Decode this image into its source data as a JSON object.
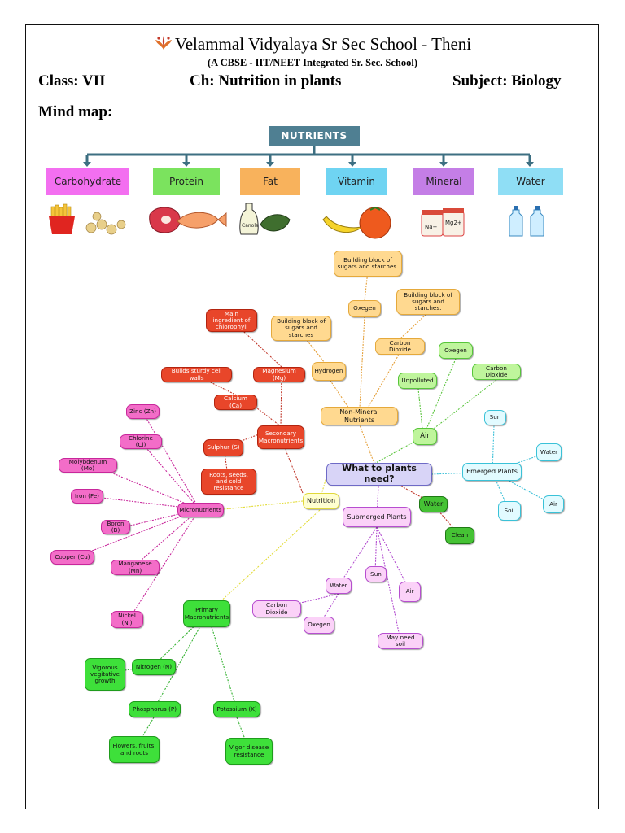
{
  "header": {
    "school": "Velammal Vidyalaya Sr Sec School - Theni",
    "subtitle": "(A CBSE - IIT/NEET Integrated Sr. Sec. School)",
    "class_label": "Class: VII",
    "chapter": "Ch: Nutrition in plants",
    "subject": "Subject: Biology",
    "section": "Mind map:"
  },
  "nutrients": {
    "title": "NUTRIENTS",
    "categories": [
      {
        "label": "Carbohydrate",
        "color": "#f36ff0"
      },
      {
        "label": "Protein",
        "color": "#7be35e"
      },
      {
        "label": "Fat",
        "color": "#f8b25c"
      },
      {
        "label": "Vitamin",
        "color": "#6fd4f2"
      },
      {
        "label": "Mineral",
        "color": "#c47ee6"
      },
      {
        "label": "Water",
        "color": "#8fdef5"
      }
    ],
    "image_labels": {
      "canola": "Canola",
      "na": "Na+",
      "mg": "Mg2+"
    }
  },
  "mindmap": {
    "center": "What to plants need?",
    "nutrition": "Nutrition",
    "micro": {
      "label": "Micronutrients",
      "items": [
        "Zinc (Zn)",
        "Chlorine (Cl)",
        "Molybdenum (Mo)",
        "Iron (Fe)",
        "Boron (B)",
        "Cooper (Cu)",
        "Manganese (Mn)",
        "Nickel (Ni)"
      ]
    },
    "secondary": {
      "label": "Secondary Macronutrients",
      "magnesium": "Magnesium (Mg)",
      "magnesium_note": "Main ingredient of chlorophyll",
      "calcium": "Calcium (Ca)",
      "calcium_note": "Builds sturdy cell walls",
      "sulphur": "Sulphur (S)",
      "sulphur_note": "Roots, seeds, and cold resistance"
    },
    "primary": {
      "label": "Primary Macronutrients",
      "nitrogen": "Nitrogen (N)",
      "nitrogen_note": "Vigorous vegitative growth",
      "phosphorus": "Phosphorus (P)",
      "phosphorus_note": "Flowers, fruits, and roots",
      "potassium": "Potassium (K)",
      "potassium_note": "Vigor disease resistance"
    },
    "non_mineral": {
      "label": "Non-Mineral Nutrients",
      "hydrogen": "Hydrogen",
      "hydrogen_note": "Building block of sugars and starches",
      "oxygen": "Oxegen",
      "oxygen_note": "Building block of sugars and starches.",
      "carbon": "Carbon Dioxide",
      "carbon_note": "Building block of sugars and starches."
    },
    "air": {
      "label": "Air",
      "unpolluted": "Unpolluted",
      "oxygen": "Oxegen",
      "carbon": "Carbon Dioxide"
    },
    "emerged": {
      "label": "Emerged Plants",
      "sun": "Sun",
      "water": "Water",
      "soil": "Soil",
      "air": "Air"
    },
    "water": {
      "label": "Water",
      "clean": "Clean"
    },
    "submerged": {
      "label": "Submerged Plants",
      "water": "Water",
      "sun": "Sun",
      "air": "Air",
      "carbon": "Carbon Dioxide",
      "oxygen": "Oxegen",
      "soil": "May need soil"
    }
  }
}
